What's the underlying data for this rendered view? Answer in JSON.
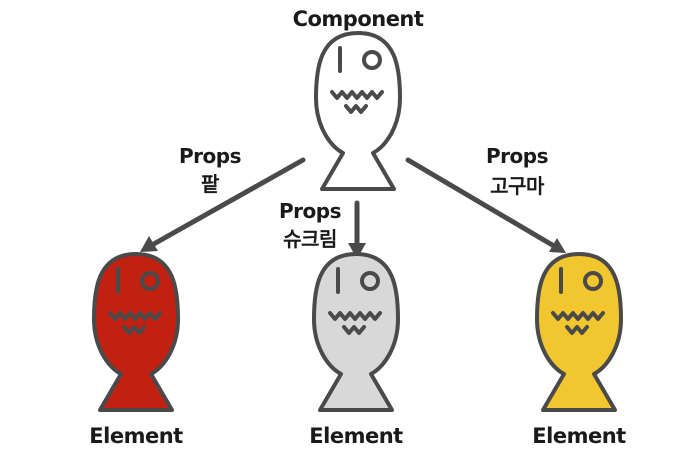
{
  "component": {
    "label": "Component",
    "icon": "fish-bun-icon",
    "color": "#ffffff"
  },
  "edges": [
    {
      "line1": "Props",
      "line2": "팥"
    },
    {
      "line1": "Props",
      "line2": "슈크림"
    },
    {
      "line1": "Props",
      "line2": "고구마"
    }
  ],
  "elements": [
    {
      "label": "Element",
      "icon": "fish-bun-icon",
      "color": "#c22010"
    },
    {
      "label": "Element",
      "icon": "fish-bun-icon",
      "color": "#d8d8d8"
    },
    {
      "label": "Element",
      "icon": "fish-bun-icon",
      "color": "#f2c62e"
    }
  ],
  "colors": {
    "outline": "#4a4a4a",
    "arrow": "#4a4a4a",
    "text": "#1a1a1a"
  }
}
